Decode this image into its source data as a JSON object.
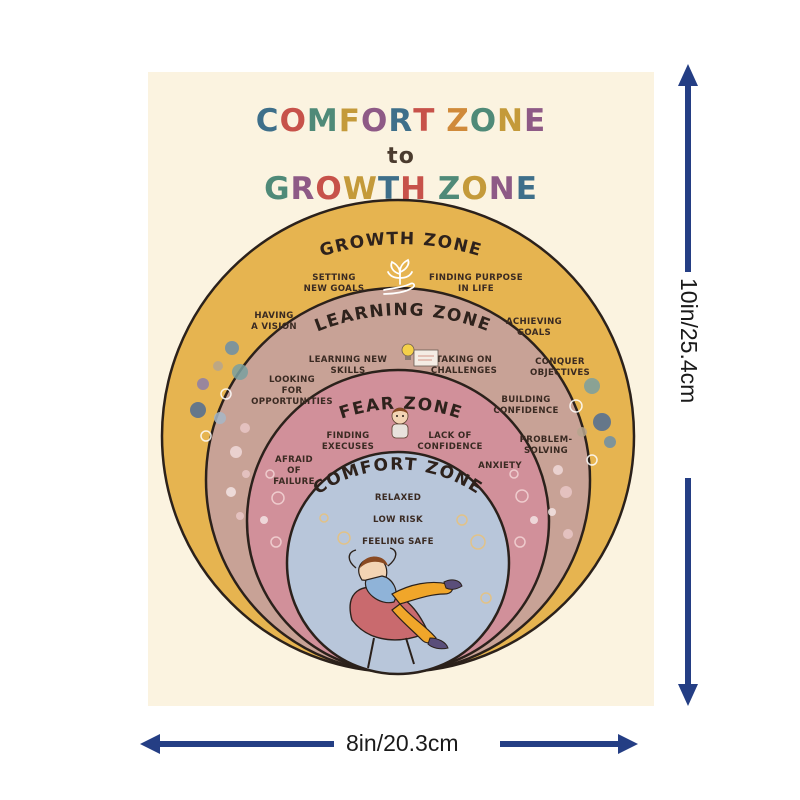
{
  "title": {
    "line1": "COMFORT ZONE",
    "line2": "to",
    "line3": "GROWTH ZONE",
    "line1_colors": [
      "#3e6f8a",
      "#c7524a",
      "#4f8a78",
      "#c49a3a",
      "#8e5a86",
      "#3e6f8a",
      "#c7524a",
      "#d08a3a",
      "#4f8a78",
      "#c49a3a",
      "#8e5a86",
      "#3e6f8a"
    ],
    "line3_colors": [
      "#4f8a78",
      "#8e5a86",
      "#c7524a",
      "#c49a3a",
      "#3e6f8a",
      "#c7524a",
      "#4f8a78",
      "#c49a3a",
      "#8e5a86",
      "#3e6f8a",
      "#c7524a"
    ]
  },
  "zones": {
    "growth": {
      "name": "GROWTH ZONE",
      "items": [
        "SETTING\nNEW GOALS",
        "FINDING PURPOSE\nIN LIFE",
        "HAVING\nA VISION",
        "ACHIEVING\nGOALS",
        "CONQUER\nOBJECTIVES"
      ],
      "color": "#e6b450"
    },
    "learning": {
      "name": "LEARNING ZONE",
      "items": [
        "LEARNING NEW\nSKILLS",
        "TAKING ON\nCHALLENGES",
        "LOOKING\nFOR\nOPPORTUNITIES",
        "BUILDING\nCONFIDENCE",
        "PROBLEM-\nSOLVING"
      ],
      "color": "#c8a296"
    },
    "fear": {
      "name": "FEAR ZONE",
      "items": [
        "FINDING\nEXECUSES",
        "LACK OF\nCONFIDENCE",
        "AFRAID\nOF\nFAILURE",
        "ANXIETY"
      ],
      "color": "#d1909a"
    },
    "comfort": {
      "name": "COMFORT ZONE",
      "items": [
        "RELAXED",
        "LOW RISK",
        "FEELING SAFE"
      ],
      "color": "#b8c6da"
    }
  },
  "dimensions": {
    "width_label": "8in/20.3cm",
    "height_label": "10in/25.4cm",
    "arrow_color": "#243e84"
  }
}
